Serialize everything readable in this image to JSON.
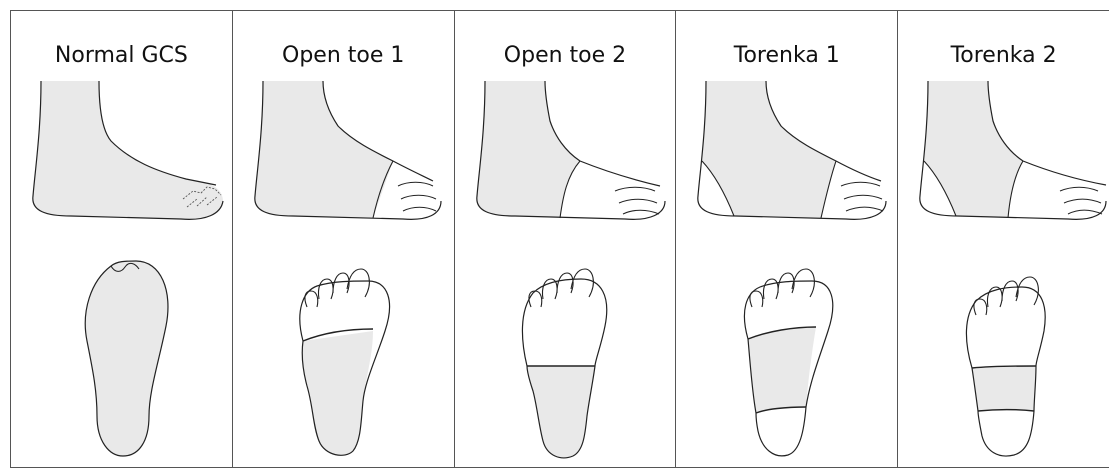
{
  "panels": [
    {
      "title": "Normal GCS",
      "variant": "normal"
    },
    {
      "title": "Open toe 1",
      "variant": "open1"
    },
    {
      "title": "Open toe 2",
      "variant": "open2"
    },
    {
      "title": "Torenka 1",
      "variant": "torenka1"
    },
    {
      "title": "Torenka 2",
      "variant": "torenka2"
    }
  ],
  "colors": {
    "line": "#222222",
    "stocking": "#e9e9e9",
    "divider": "#555555"
  }
}
